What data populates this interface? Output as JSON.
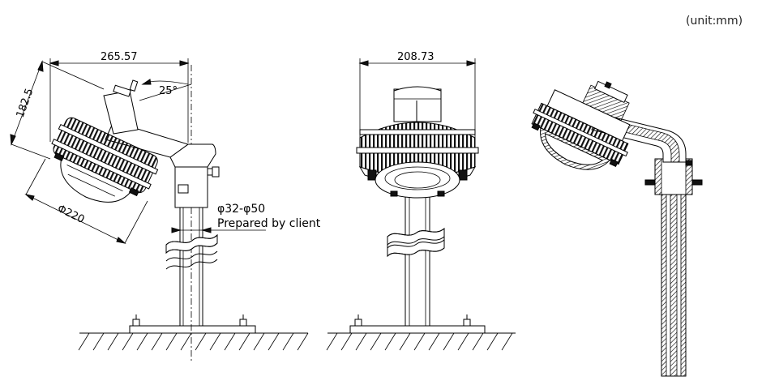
{
  "unit_label": "(unit:mm)",
  "view_left": {
    "width_dim": "265.57",
    "height_dim": "182.5",
    "angle_dim": "25°",
    "diameter_dim": "Φ220",
    "pole_note_size": "φ32-φ50",
    "pole_note_text": "Prepared by client"
  },
  "view_front": {
    "width_dim": "208.73"
  },
  "view_section": {}
}
